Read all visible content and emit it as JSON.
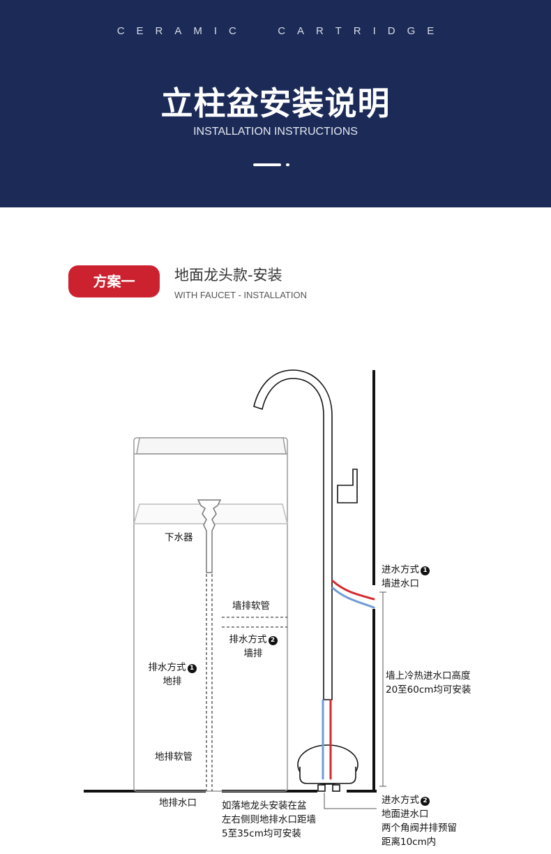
{
  "header": {
    "tagline": "CERAMIC  CARTRIDGE",
    "title": "立柱盆安装说明",
    "subtitle": "INSTALLATION INSTRUCTIONS"
  },
  "plan": {
    "badge": "方案一",
    "title": "地面龙头款-安装",
    "subtitle": "WITH FAUCET - INSTALLATION"
  },
  "labels": {
    "drain": "下水器",
    "wall_hose": "墙排软管",
    "drain_method_2_title": "排水方式",
    "drain_method_2_num": "2",
    "drain_method_2_desc": "墙排",
    "drain_method_1_title": "排水方式",
    "drain_method_1_num": "1",
    "drain_method_1_desc": "地排",
    "floor_hose": "地排软管",
    "floor_outlet": "地排水口",
    "note_line1": "如落地龙头安装在盆",
    "note_line2": "左右侧则地排水口距墙",
    "note_line3": "5至35cm均可安装",
    "inlet_1_title": "进水方式",
    "inlet_1_num": "1",
    "inlet_1_desc": "墙进水口",
    "height_line1": "墙上冷热进水口高度",
    "height_line2": "20至60cm均可安装",
    "inlet_2_title": "进水方式",
    "inlet_2_num": "2",
    "inlet_2_line1": "地面进水口",
    "inlet_2_line2": "两个角阀并排预留",
    "inlet_2_line3": "距离10cm内"
  },
  "colors": {
    "header_bg": "#1b2a57",
    "badge": "#cc2230",
    "hot_pipe": "#d4292f",
    "cold_pipe": "#6f9bd8",
    "line": "#111111"
  }
}
